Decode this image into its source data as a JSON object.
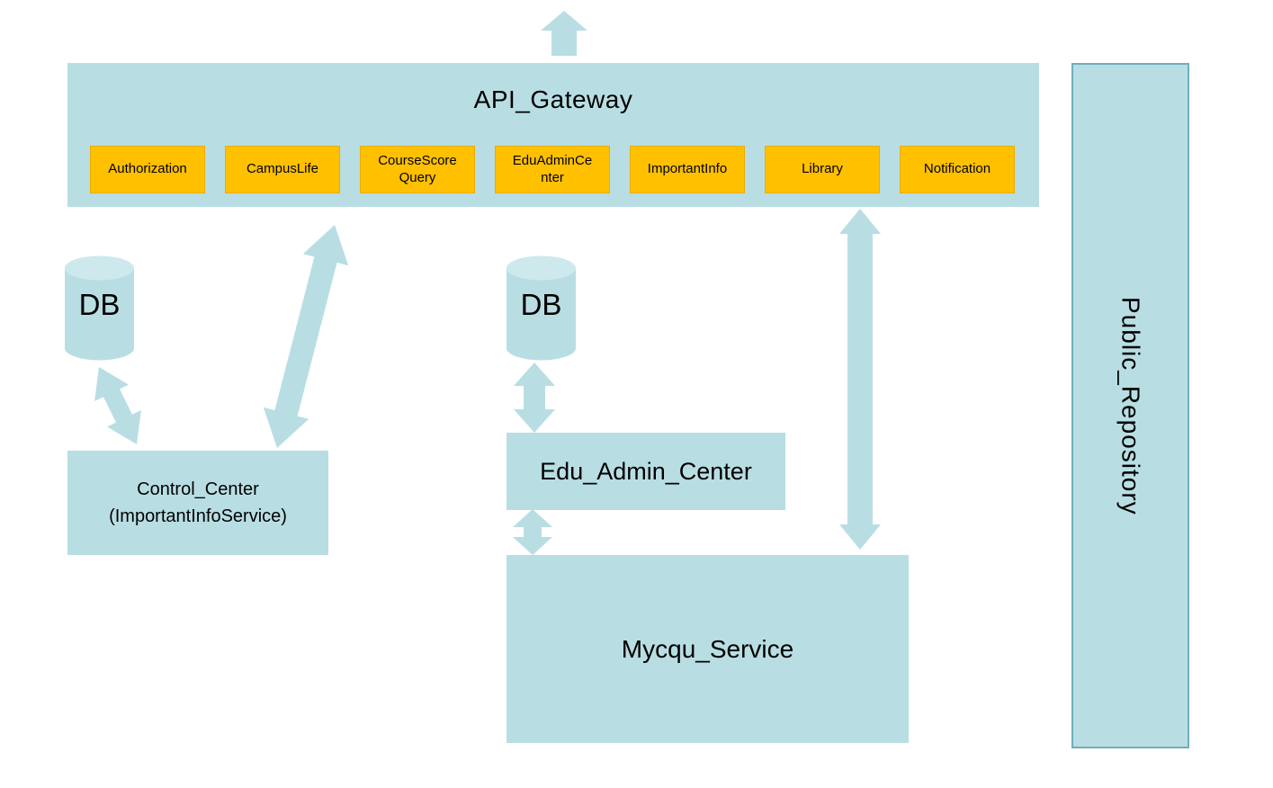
{
  "diagram": {
    "gateway": {
      "title": "API_Gateway",
      "services": [
        {
          "label": "Authorization"
        },
        {
          "label": "CampusLife"
        },
        {
          "label": "CourseScore\nQuery"
        },
        {
          "label": "EduAdminCe\nnter"
        },
        {
          "label": "ImportantInfo"
        },
        {
          "label": "Library"
        },
        {
          "label": "Notification"
        }
      ]
    },
    "nodes": {
      "db_left": {
        "label": "DB"
      },
      "db_center": {
        "label": "DB"
      },
      "control_center": {
        "label": "Control_Center\n(ImportantInfoService)"
      },
      "edu_admin_center": {
        "label": "Edu_Admin_Center"
      },
      "mycqu_service": {
        "label": "Mycqu_Service"
      },
      "public_repository": {
        "label": "Public_Repository"
      }
    },
    "colors": {
      "node_fill": "#B8DEE3",
      "service_fill": "#FFC000",
      "repository_border": "#6FAFBA",
      "text": "#000000"
    }
  }
}
